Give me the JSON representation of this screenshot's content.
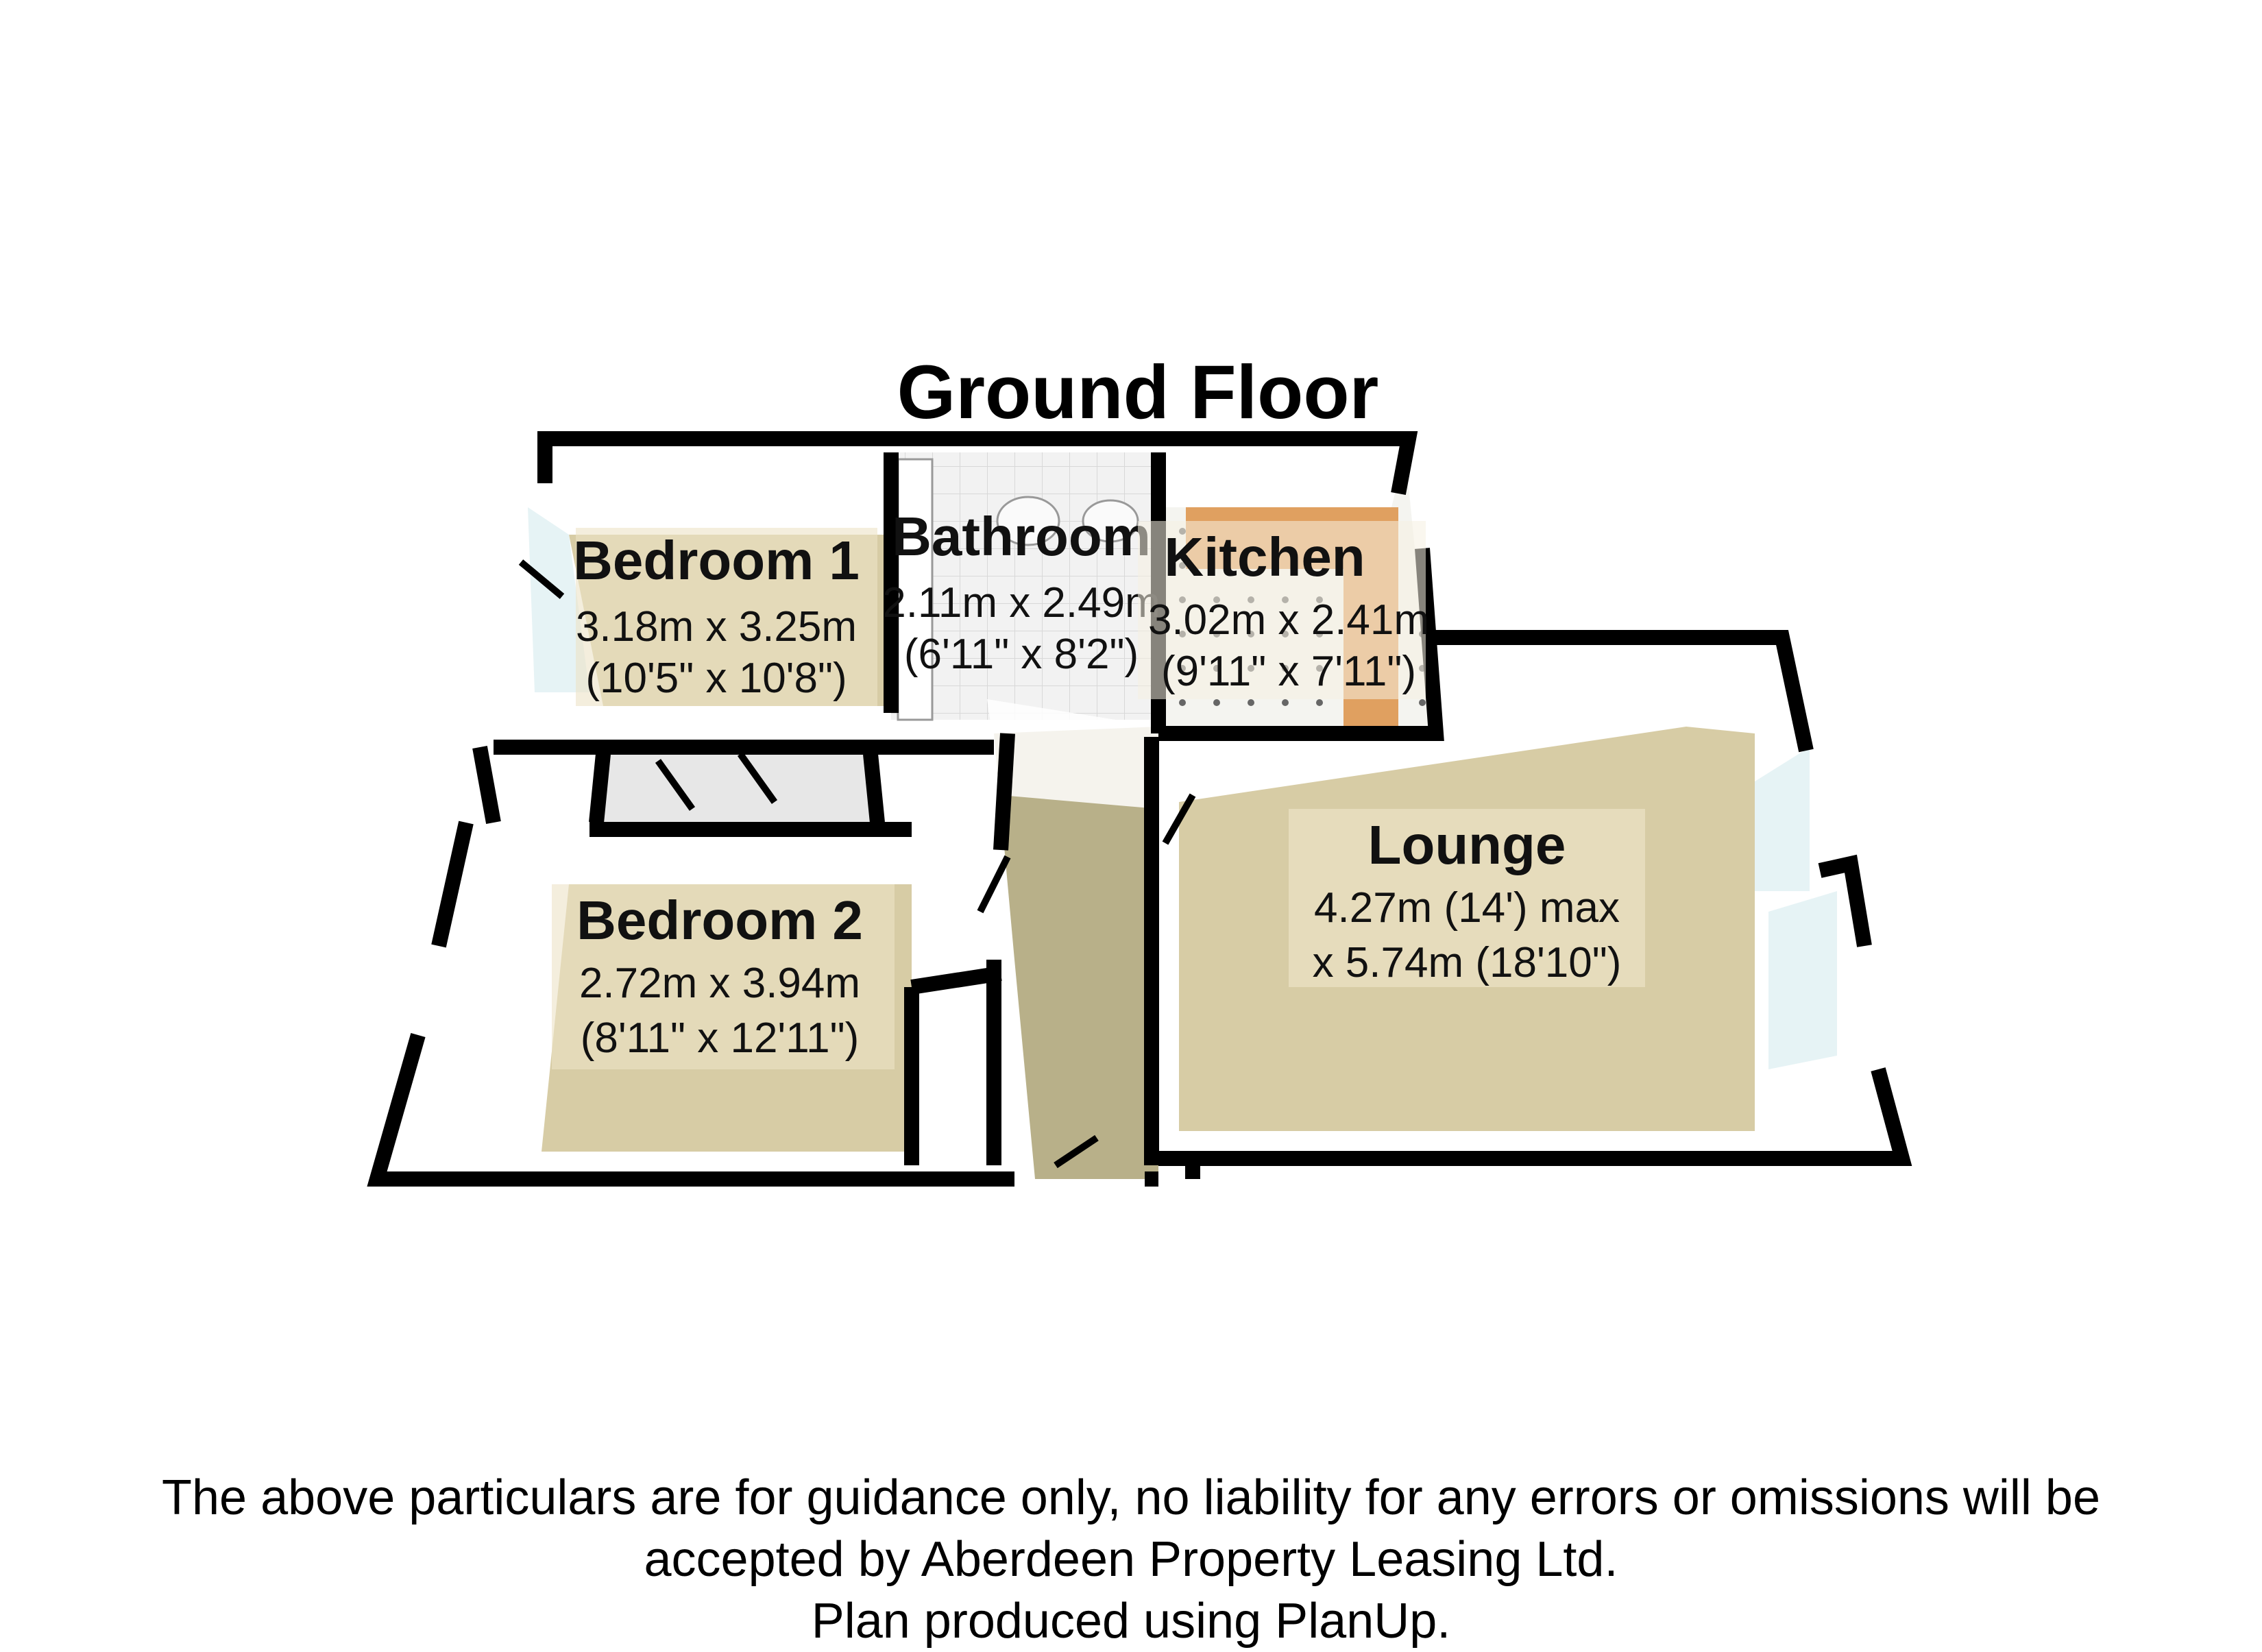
{
  "title": "Ground Floor",
  "rooms": {
    "bedroom1": {
      "name": "Bedroom 1",
      "dim_metric": "3.18m x 3.25m",
      "dim_imperial": "(10'5\" x 10'8\")"
    },
    "bathroom": {
      "name": "Bathroom",
      "dim_metric": "2.11m x 2.49m",
      "dim_imperial": "(6'11\" x 8'2\")"
    },
    "kitchen": {
      "name": "Kitchen",
      "dim_metric": "3.02m x 2.41m",
      "dim_imperial": "(9'11\" x 7'11\")"
    },
    "lounge": {
      "name": "Lounge",
      "dim_metric": "4.27m (14') max",
      "dim_imperial": "x 5.74m (18'10\")"
    },
    "bedroom2": {
      "name": "Bedroom 2",
      "dim_metric": "2.72m x 3.94m",
      "dim_imperial": "(8'11\" x 12'11\")"
    }
  },
  "disclaimer": {
    "line1": "The above particulars are for guidance only, no liability for any errors or omissions will be",
    "line2": "accepted by Aberdeen Property Leasing Ltd.",
    "line3": "Plan produced using PlanUp."
  },
  "colors": {
    "wall": "#000000",
    "carpet": "#d7cca5",
    "hall": "#b8b089",
    "kitchen_worktop": "#e0a060",
    "window": "#d8ecf0"
  }
}
